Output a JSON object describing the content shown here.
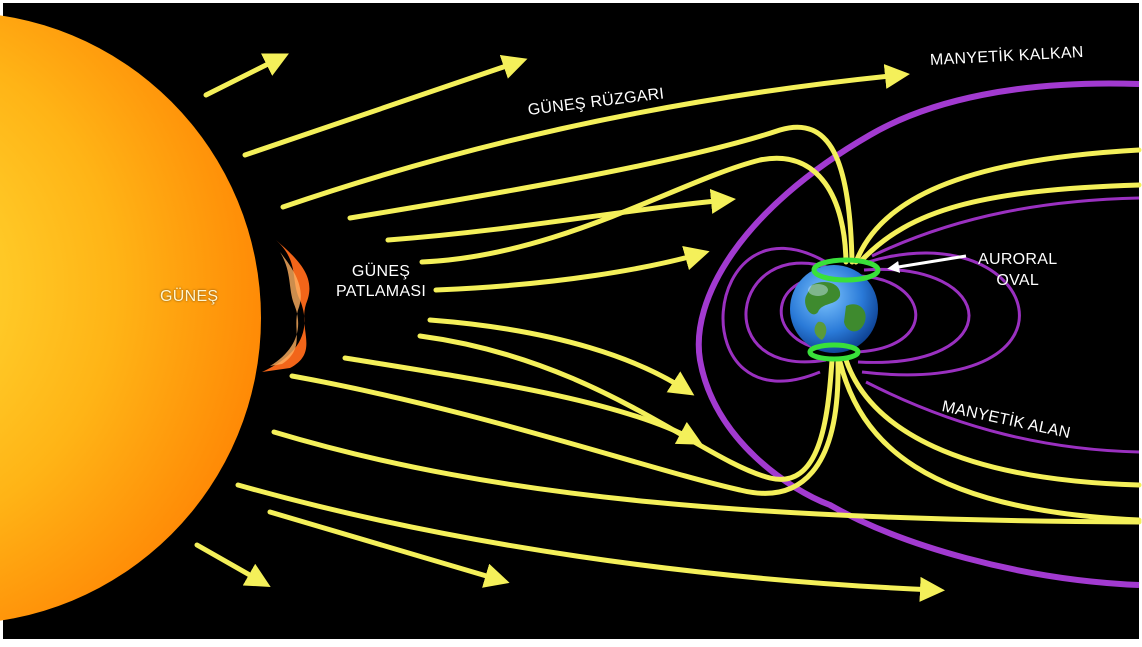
{
  "labels": {
    "sun": "GÜNEŞ",
    "flare_line1": "GÜNEŞ",
    "flare_line2": "PATLAMASI",
    "solar_wind": "GÜNEŞ RÜZGARI",
    "magnetic_shield": "MANYETİK KALKAN",
    "auroral_line1": "AURORAL",
    "auroral_line2": "OVAL",
    "magnetic_field": "MANYETİK ALAN"
  },
  "colors": {
    "background": "#000000",
    "sun_core": "#ffcf1f",
    "sun_edge": "#ff7a00",
    "flare": "#ff6a1a",
    "wind_lines": "#f4f05a",
    "shield": "#a23ad0",
    "field_lines": "#9a30c0",
    "aurora_ring": "#39e03a",
    "earth_ocean": "#2a7ad8",
    "earth_land": "#3e8a2e"
  }
}
